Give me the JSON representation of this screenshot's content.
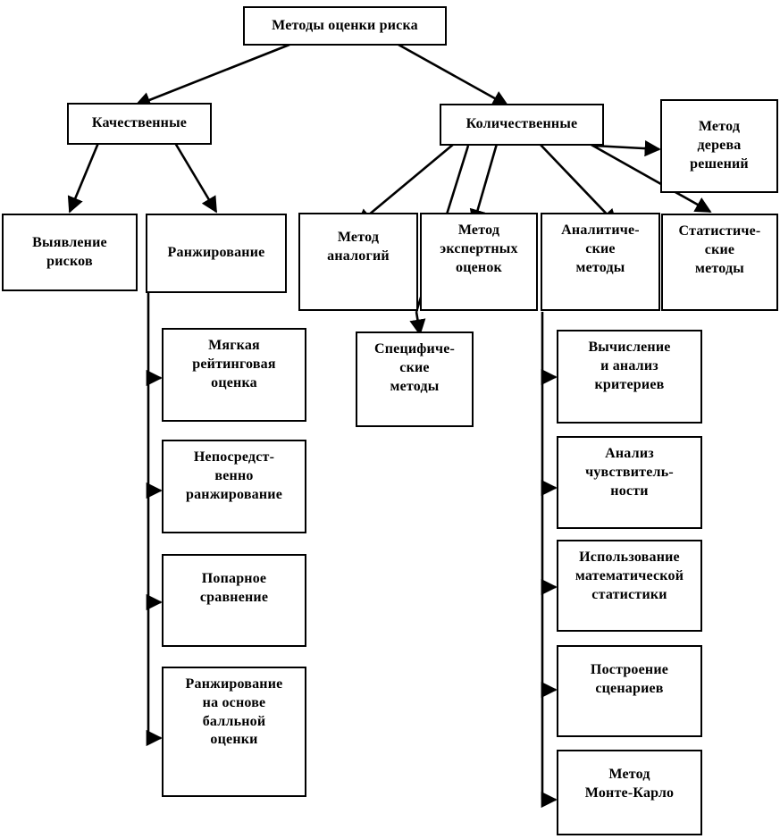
{
  "diagram": {
    "title": "Методы оценки риска",
    "language": "ru",
    "background_color": "#ffffff",
    "line_color": "#000000",
    "box_border_color": "#000000",
    "nodes": [
      {
        "id": "root",
        "label": "Методы оценки риска"
      },
      {
        "id": "qualitative",
        "label": "Качественные"
      },
      {
        "id": "quantitative",
        "label": "Количественные"
      },
      {
        "id": "decision_tree",
        "label": "Метод\nдерева\nрешений"
      },
      {
        "id": "risk_id",
        "label": "Выявление\nрисков"
      },
      {
        "id": "ranking",
        "label": "Ранжирование"
      },
      {
        "id": "analogy",
        "label": "Метод\nаналогий"
      },
      {
        "id": "expert",
        "label": "Метод\nэкспертных\nоценок"
      },
      {
        "id": "analytical",
        "label": "Аналитиче-\nские\nметоды"
      },
      {
        "id": "statistical",
        "label": "Статистиче-\nские\nметоды"
      },
      {
        "id": "soft_rating",
        "label": "Мягкая\nрейтинговая\nоценка"
      },
      {
        "id": "specific",
        "label": "Специфиче-\nские\nметоды"
      },
      {
        "id": "calc_crit",
        "label": "Вычисление\nи анализ\nкритериев"
      },
      {
        "id": "direct_rank",
        "label": "Непосредст-\nвенно\nранжирование"
      },
      {
        "id": "sensitivity",
        "label": "Анализ\nчувствитель-\nности"
      },
      {
        "id": "math_stat",
        "label": "Использование\nматематической\nстатистики"
      },
      {
        "id": "pairwise",
        "label": "Попарное\nсравнение"
      },
      {
        "id": "scenarios",
        "label": "Построение\nсценариев"
      },
      {
        "id": "score_rank",
        "label": "Ранжирование\nна основе\nбалльной\nоценки"
      },
      {
        "id": "monte_carlo",
        "label": "Метод\nМонте-Карло"
      }
    ]
  }
}
